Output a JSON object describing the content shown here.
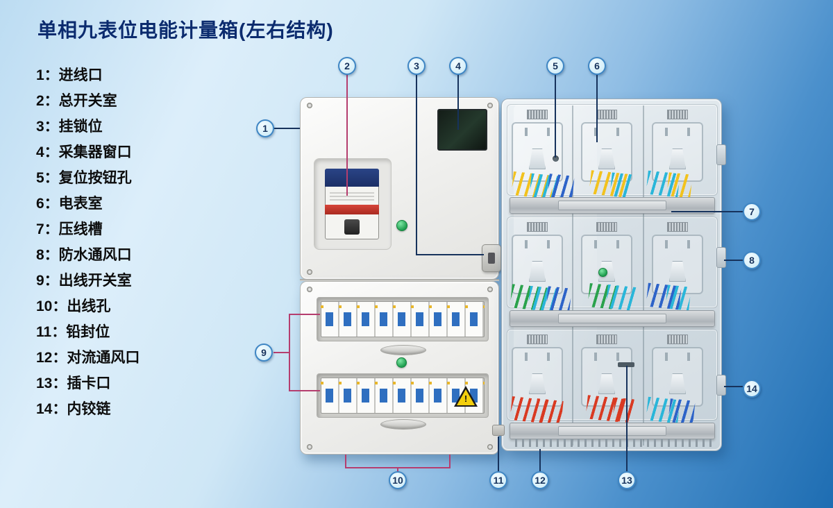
{
  "title": "单相九表位电能计量箱(左右结构)",
  "legend": [
    "1：进线口",
    "2：总开关室",
    "3：挂锁位",
    "4：采集器窗口",
    "5：复位按钮孔",
    "6：电表室",
    "7：压线槽",
    "8：防水通风口",
    "9：出线开关室",
    "10：出线孔",
    "11：铅封位",
    "12：对流通风口",
    "13：插卡口",
    "14：内铰链"
  ],
  "callouts": [
    "1",
    "2",
    "3",
    "4",
    "5",
    "6",
    "7",
    "8",
    "9",
    "10",
    "11",
    "12",
    "13",
    "14"
  ],
  "box": {
    "warning_mark": "!"
  },
  "colors": {
    "background_light": "#dceefa",
    "background_dark": "#1e6db2",
    "title_text": "#0b2b6e",
    "legend_text": "#0d0d0d",
    "callout_fill": "#c9eaf7",
    "callout_border": "#3f86c4",
    "leader_line": "#16325c",
    "leader_line_accent": "#b53d6e",
    "wire_yellow": "#f2c21e",
    "wire_cyan": "#2ab6d9",
    "wire_blue": "#2d63c8",
    "wire_green": "#2aa24c",
    "wire_red": "#d93a22"
  }
}
